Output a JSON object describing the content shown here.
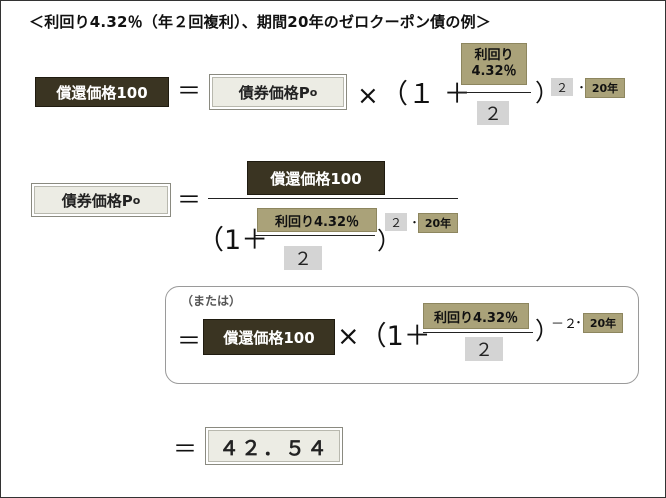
{
  "title": "＜利回り4.32％（年２回複利）、期間20年のゼロクーポン債の例＞",
  "labels": {
    "redemption": "償還価格100",
    "bond_price": "債券価格P",
    "bond_price_sub": "o",
    "rate_two_line_1": "利回り",
    "rate_two_line_2": "4.32％",
    "rate": "利回り4.32％",
    "two": "２",
    "twenty_years": "20年",
    "alt": "（または）",
    "result": "４２．５４"
  },
  "symbols": {
    "equals": "＝",
    "times": "×",
    "open_paren_one": "（１ ＋",
    "open_paren_one_tight": "（1＋",
    "close_paren": "）",
    "times_open": "×（1＋",
    "exp_two": "２",
    "exp_dot": "・",
    "neg_two": "－２",
    "colon_dot": "・"
  },
  "colors": {
    "dark_box": "#3a3422",
    "olive_box": "#aaa279",
    "light_box": "#ecece4",
    "grey_box": "#d4d4d4"
  }
}
